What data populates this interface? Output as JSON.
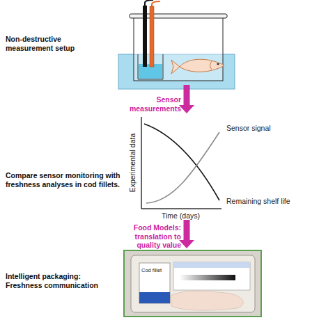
{
  "diagram": {
    "nodes": [
      {
        "text": [
          "Non-destructive measurement setup"
        ]
      },
      {
        "text": [
          "Compare sensor monitoring with freshness analyses in cod fillets."
        ]
      },
      {
        "text": [
          "Intelligent packaging: Freshness communication"
        ]
      }
    ],
    "edges": [
      {
        "from": 0,
        "to": 1,
        "arrow": "to",
        "label": "Sensor measurements"
      },
      {
        "from": 1,
        "to": 2,
        "arrow": "to",
        "label": "Food Models: translation to quality value"
      }
    ],
    "labels": [
      "Experimental data",
      "Sensor signal",
      "Remaining shelf life",
      "Time (days)",
      "Cod fillet"
    ]
  }
}
